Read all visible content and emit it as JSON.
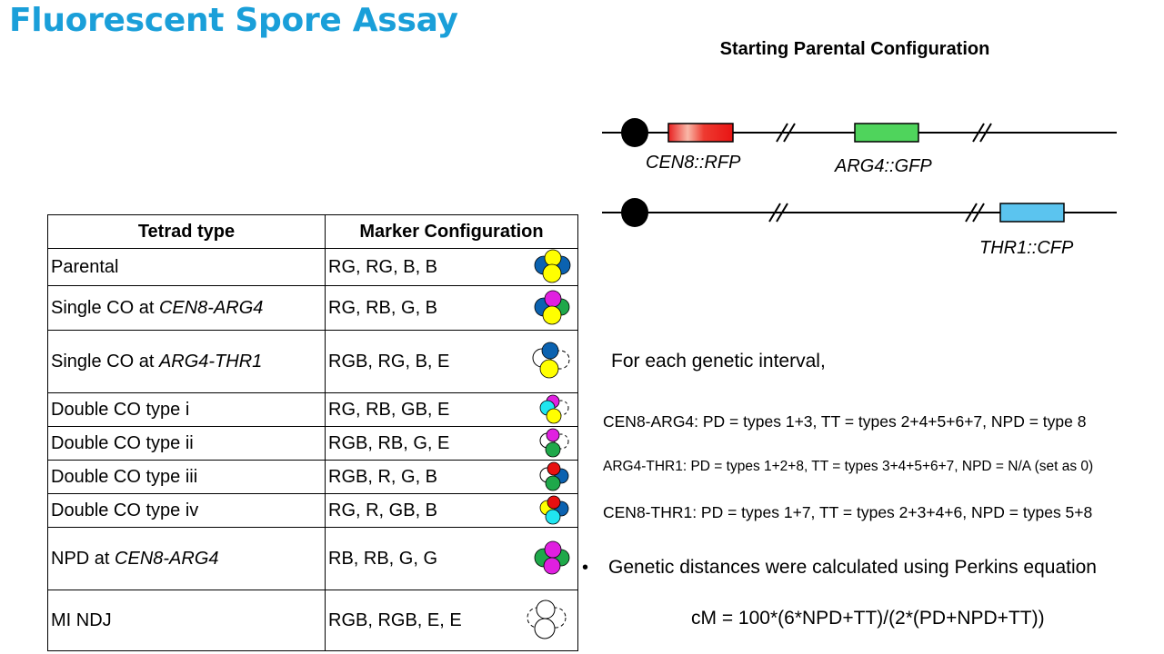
{
  "title": "Fluorescent Spore Assay",
  "parental_heading": "Starting Parental Configuration",
  "chromosomes": {
    "chr1_labels": {
      "rfp": "CEN8::RFP",
      "gfp": "ARG4::GFP"
    },
    "chr2_labels": {
      "cfp": "THR1::CFP"
    }
  },
  "table": {
    "header": {
      "type": "Tetrad type",
      "config": "Marker Configuration"
    },
    "rows": [
      {
        "type_pre": "Parental",
        "type_em": "",
        "config": "RG, RG, B, B"
      },
      {
        "type_pre": "Single CO at ",
        "type_em": "CEN8-ARG4",
        "config": "RG, RB, G, B"
      },
      {
        "type_pre": "Single CO at ",
        "type_em": "ARG4-THR1",
        "config": "RGB, RG, B, E"
      },
      {
        "type_pre": "Double CO type i",
        "type_em": "",
        "config": "RG, RB, GB, E"
      },
      {
        "type_pre": "Double CO type ii",
        "type_em": "",
        "config": "RGB, RB, G, E"
      },
      {
        "type_pre": "Double CO type iii",
        "type_em": "",
        "config": "RGB, R, G, B"
      },
      {
        "type_pre": "Double CO type iv",
        "type_em": "",
        "config": "RG, R, GB, B"
      },
      {
        "type_pre": "NPD at ",
        "type_em": "CEN8-ARG4",
        "config": "RB, RB, G, G"
      },
      {
        "type_pre": "MI NDJ",
        "type_em": "",
        "config": "RGB, RGB, E, E"
      }
    ]
  },
  "text": {
    "intro": "For each genetic interval,",
    "line1": "CEN8-ARG4: PD = types 1+3, TT = types 2+4+5+6+7, NPD = type 8",
    "line2": "ARG4-THR1: PD = types 1+2+8, TT = types 3+4+5+6+7, NPD = N/A (set as 0)",
    "line3": "CEN8-THR1: PD = types 1+7, TT = types 2+3+4+6, NPD = types 5+8",
    "bullet": "•",
    "perkins": "Genetic distances were calculated using Perkins equation",
    "formula": "cM = 100*(6*NPD+TT)/(2*(PD+NPD+TT))"
  },
  "colors": {
    "title": "#1a9fd9",
    "yellow": "#ffff00",
    "blue": "#0b62b0",
    "magenta": "#e020e0",
    "green": "#1fa84a",
    "cyan": "#20e6f0",
    "red": "#e81010",
    "gfp_box": "#4fd45c",
    "cfp_box": "#5bc4ef"
  }
}
